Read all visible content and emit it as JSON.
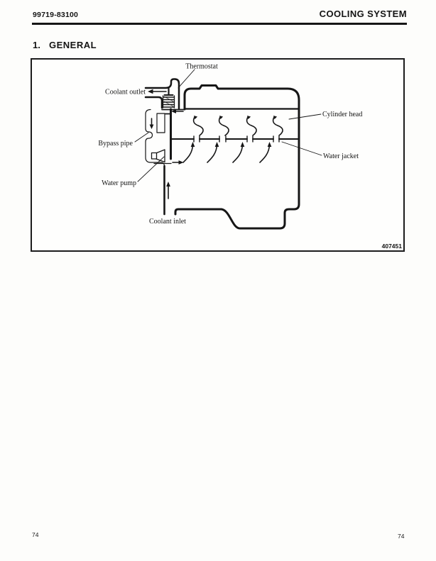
{
  "header": {
    "doc_number": "99719-83100",
    "title": "COOLING SYSTEM"
  },
  "heading": {
    "number": "1.",
    "title": "GENERAL"
  },
  "figure": {
    "code": "407451",
    "labels": {
      "thermostat": "Thermostat",
      "coolant_outlet": "Coolant outlet",
      "bypass_pipe": "Bypass pipe",
      "water_pump": "Water pump",
      "coolant_inlet": "Coolant inlet",
      "cylinder_head": "Cylinder head",
      "water_jacket": "Water jacket"
    }
  },
  "footer": {
    "page_left": "74",
    "page_right": "74"
  },
  "colors": {
    "ink": "#141414",
    "paper": "#fdfdfb"
  }
}
